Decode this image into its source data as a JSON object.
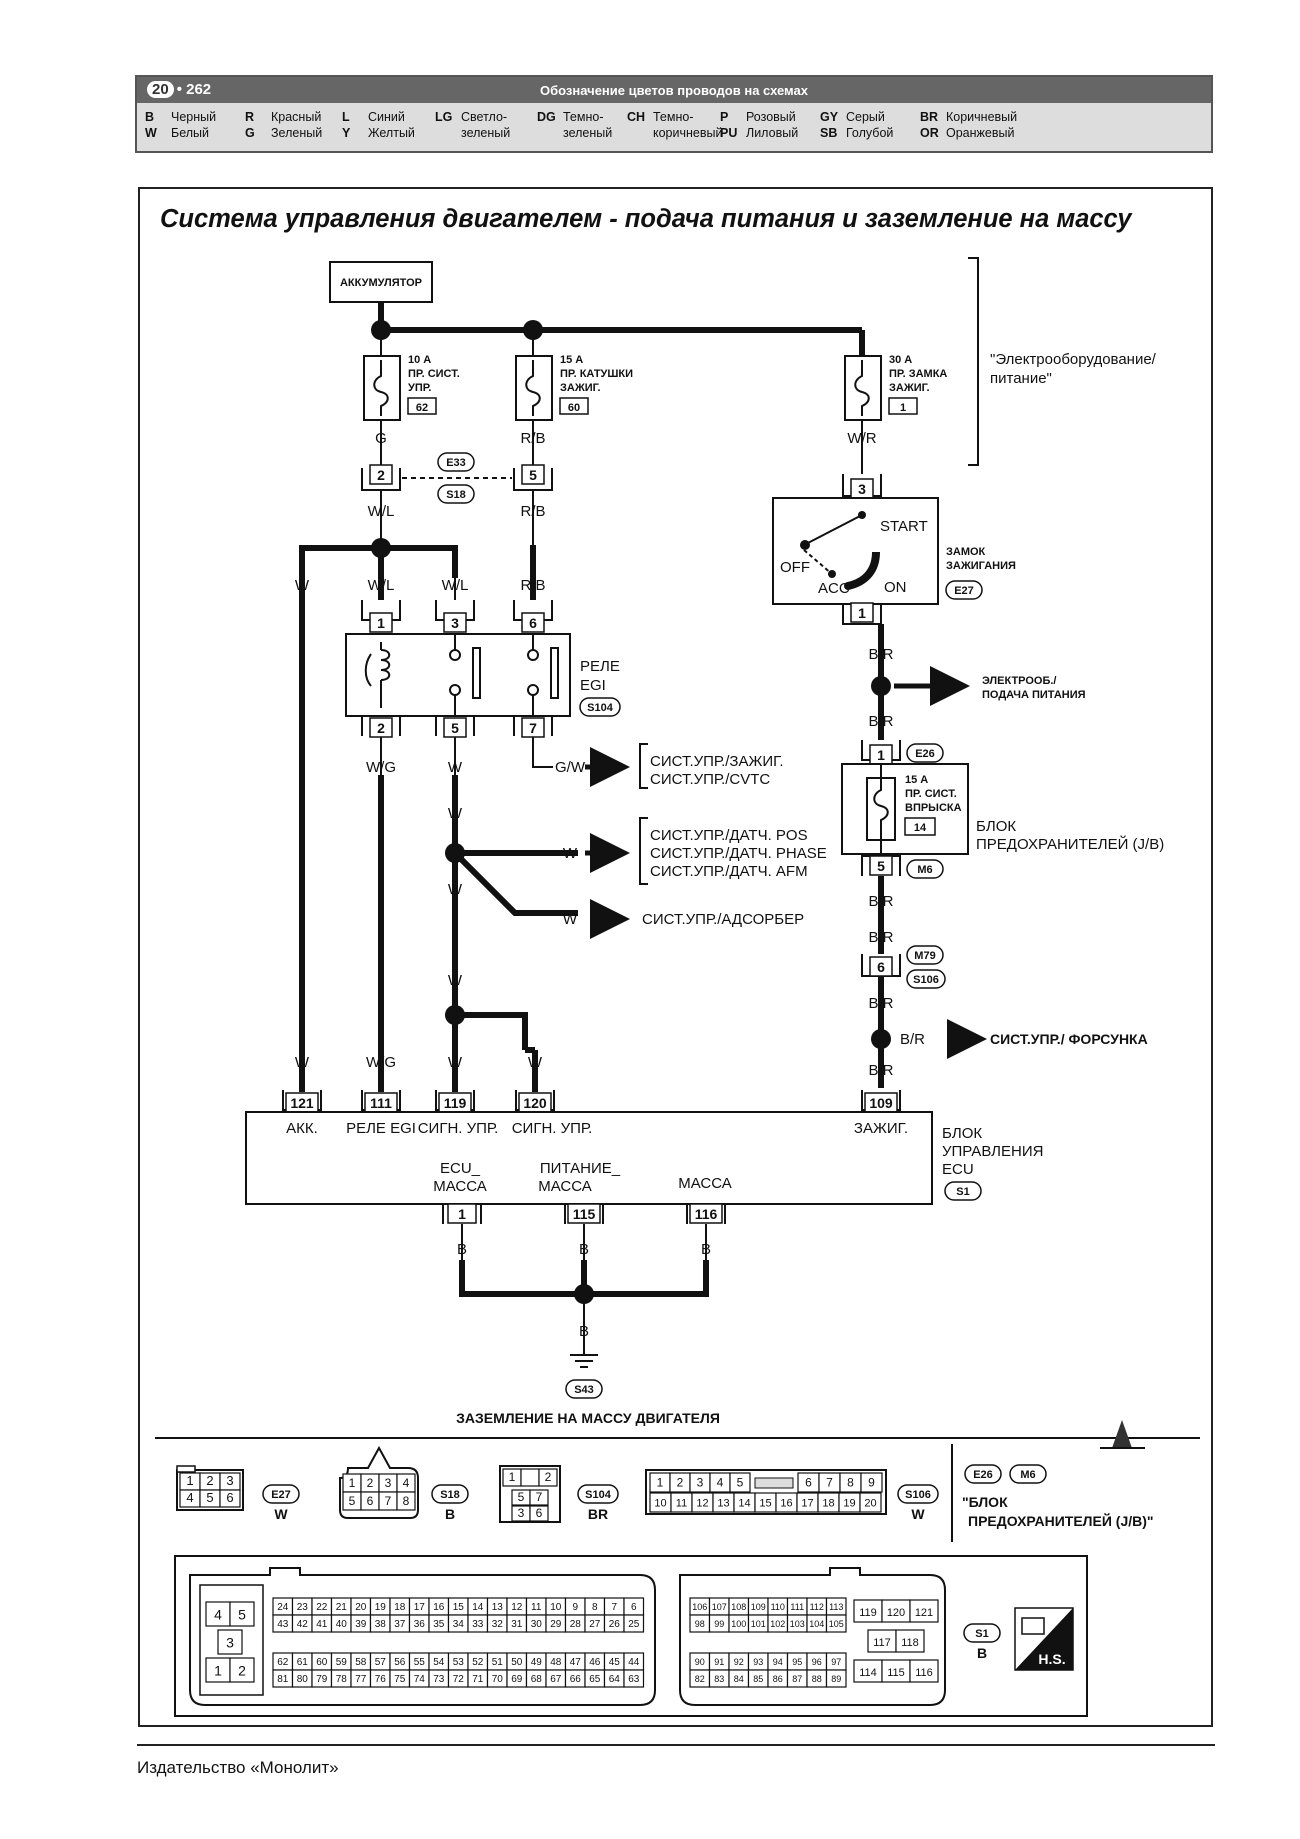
{
  "header": {
    "page_chapter": "20",
    "page_number": "262",
    "title": "Обозначение цветов проводов на схемах",
    "colors": [
      {
        "c1": "B",
        "n1": "Черный",
        "c2": "W",
        "n2": "Белый"
      },
      {
        "c1": "R",
        "n1": "Красный",
        "c2": "G",
        "n2": "Зеленый"
      },
      {
        "c1": "L",
        "n1": "Синий",
        "c2": "Y",
        "n2": "Желтый"
      },
      {
        "c1": "LG",
        "n1": "Светло-",
        "c2": "",
        "n2": "зеленый"
      },
      {
        "c1": "DG",
        "n1": "Темно-",
        "c2": "",
        "n2": "зеленый"
      },
      {
        "c1": "CH",
        "n1": "Темно-",
        "c2": "",
        "n2": "коричневый"
      },
      {
        "c1": "P",
        "n1": "Розовый",
        "c2": "PU",
        "n2": "Лиловый"
      },
      {
        "c1": "GY",
        "n1": "Серый",
        "c2": "SB",
        "n2": "Голубой"
      },
      {
        "c1": "BR",
        "n1": "Коричневый",
        "c2": "OR",
        "n2": "Оранжевый"
      }
    ]
  },
  "title": "Система управления двигателем - подача питания и заземление на массу",
  "diagram": {
    "battery": "АККУМУЛЯТОР",
    "fuses": [
      {
        "l1": "10 А",
        "l2": "ПР. СИСТ.",
        "l3": "УПР.",
        "num": "62"
      },
      {
        "l1": "15 А",
        "l2": "ПР. КАТУШКИ",
        "l3": "ЗАЖИГ.",
        "num": "60"
      },
      {
        "l1": "30 А",
        "l2": "ПР. ЗАМКА",
        "l3": "ЗАЖИГ.",
        "num": "1"
      }
    ],
    "power_group": [
      "\"Электрооборудование/",
      "питание\""
    ],
    "ignition_switch": {
      "start": "START",
      "off": "OFF",
      "acc": "ACC",
      "on": "ON",
      "name1": "ЗАМОК",
      "name2": "ЗАЖИГАНИЯ",
      "conn": "E27"
    },
    "relay": {
      "name1": "РЕЛЕ",
      "name2": "EGI",
      "conn": "S104"
    },
    "connectors": {
      "e33": "E33",
      "s18": "S18",
      "e26": "E26",
      "m6": "M6",
      "m79": "M79",
      "s106": "S106",
      "s43": "S43",
      "s1": "S1"
    },
    "pins": {
      "p2": "2",
      "p5": "5",
      "p3": "3",
      "p1": "1",
      "p6": "6",
      "p7": "7",
      "p14": "14",
      "p109": "109",
      "p121": "121",
      "p111": "111",
      "p119": "119",
      "p120": "120",
      "p115": "115",
      "p116": "116"
    },
    "wires": {
      "g": "G",
      "rb": "R/B",
      "wr": "W/R",
      "wl": "W/L",
      "w": "W",
      "wg": "W/G",
      "gw": "G/W",
      "br": "B/R",
      "b": "B"
    },
    "feeds": {
      "elec_power1": "ЭЛЕКТРООБ./",
      "elec_power2": "ПОДАЧА ПИТАНИЯ",
      "ign1": "СИСТ.УПР./ЗАЖИГ.",
      "ign2": "СИСТ.УПР./CVTC",
      "sens1": "СИСТ.УПР./ДАТЧ. POS",
      "sens2": "СИСТ.УПР./ДАТЧ. PHASE",
      "sens3": "СИСТ.УПР./ДАТЧ. AFM",
      "adsorber": "СИСТ.УПР./АДСОРБЕР",
      "injector": "СИСТ.УПР./ ФОРСУНКА"
    },
    "jb_fuse": {
      "l1": "15 А",
      "l2": "ПР. СИСТ.",
      "l3": "ВПРЫСКА",
      "name1": "БЛОК",
      "name2": "ПРЕДОХРАНИТЕЛЕЙ (J/B)"
    },
    "ecu": {
      "akk": "АКК.",
      "relay": "РЕЛЕ EGI",
      "sig1": "СИГН. УПР.",
      "sig2": "СИГН. УПР.",
      "ign": "ЗАЖИГ.",
      "g1a": "ECU_",
      "g1b": "МАССА",
      "g2a": "ПИТАНИЕ_",
      "g2b": "МАССА",
      "g3": "МАССА",
      "name1": "БЛОК",
      "name2": "УПРАВЛЕНИЯ",
      "name3": "ECU"
    },
    "ground_label": "ЗАЗЕМЛЕНИЕ НА МАССУ ДВИГАТЕЛЯ"
  },
  "connector_views": {
    "e27": {
      "code": "E27",
      "color": "W",
      "pins": [
        "1",
        "2",
        "3",
        "4",
        "5",
        "6"
      ]
    },
    "s18": {
      "code": "S18",
      "color": "B",
      "pins": [
        "1",
        "2",
        "3",
        "4",
        "5",
        "6",
        "7",
        "8"
      ]
    },
    "s104": {
      "code": "S104",
      "color": "BR",
      "pins": [
        "1",
        "2",
        "5",
        "7",
        "3",
        "6"
      ]
    },
    "s106": {
      "code": "S106",
      "color": "W",
      "pins": [
        "1",
        "2",
        "3",
        "4",
        "5",
        "6",
        "7",
        "8",
        "9",
        "10",
        "11",
        "12",
        "13",
        "14",
        "15",
        "16",
        "17",
        "18",
        "19",
        "20"
      ]
    },
    "jb": {
      "codes": [
        "E26",
        "M6"
      ],
      "label1": "\"БЛОК",
      "label2": "ПРЕДОХРАНИТЕЛЕЙ (J/B)\""
    },
    "s1": {
      "code": "S1",
      "color": "B",
      "logo": "H.S."
    }
  },
  "publisher": "Издательство «Монолит»"
}
